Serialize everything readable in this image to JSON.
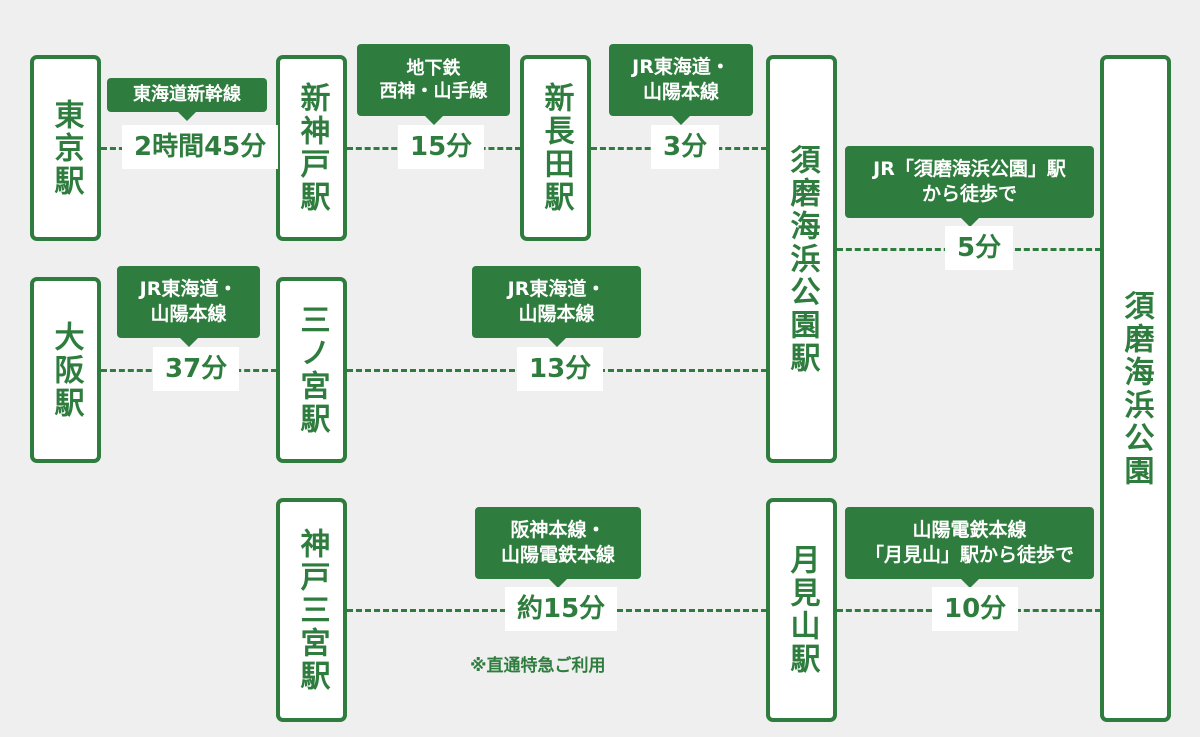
{
  "stations": {
    "tokyo": "東京駅",
    "osaka": "大阪駅",
    "shinkobe": "新神戸駅",
    "sannomiya": "三ノ宮駅",
    "kobe_sannomiya": "神戸三宮駅",
    "shin_nagata": "新長田駅",
    "suma_kaihin_koen_station": "須磨海浜公園駅",
    "tsukimiyama": "月見山駅",
    "suma_kaihin_koen": "須磨海浜公園"
  },
  "routes": {
    "tokyo_shinkobe": {
      "line": "東海道新幹線",
      "time": "2時間45分"
    },
    "shinkobe_shinnagata": {
      "line": "地下鉄\n西神・山手線",
      "time": "15分"
    },
    "shinnagata_suma": {
      "line": "JR東海道・\n山陽本線",
      "time": "3分"
    },
    "suma_station_park": {
      "line": "JR「須磨海浜公園」駅\nから徒歩で",
      "time": "5分"
    },
    "osaka_sannomiya": {
      "line": "JR東海道・\n山陽本線",
      "time": "37分"
    },
    "sannomiya_suma": {
      "line": "JR東海道・\n山陽本線",
      "time": "13分"
    },
    "kobesannomiya_tsukimiyama": {
      "line": "阪神本線・\n山陽電鉄本線",
      "time": "約15分"
    },
    "tsukimiyama_park": {
      "line": "山陽電鉄本線\n「月見山」駅から徒歩で",
      "time": "10分"
    }
  },
  "note": "※直通特急ご利用"
}
